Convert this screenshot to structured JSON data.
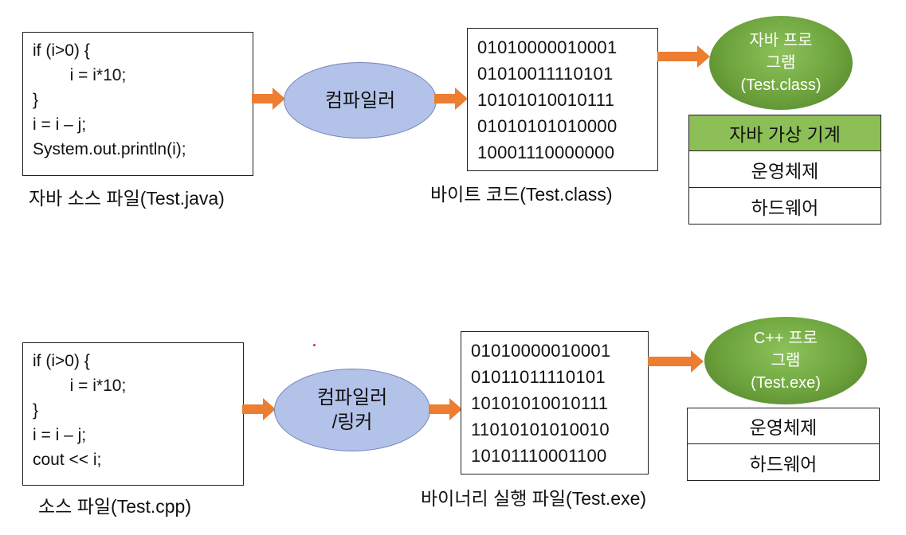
{
  "java": {
    "source_code": [
      "if (i>0) {",
      "        i = i*10;",
      "}",
      "i = i – j;",
      "System.out.println(i);"
    ],
    "source_caption": "자바 소스 파일(Test.java)",
    "compiler_label": [
      "컴파일러"
    ],
    "bytecode": [
      "01010000010001",
      "01010011110101",
      "10101010010111",
      "01010101010000",
      "10001110000000"
    ],
    "bytecode_caption": "바이트 코드(Test.class)",
    "program_label": [
      "자바 프로",
      "그램",
      "(Test.class)"
    ],
    "stack": [
      "자바 가상 기계",
      "운영체제",
      "하드웨어"
    ]
  },
  "cpp": {
    "source_code": [
      "if (i>0) {",
      "        i = i*10;",
      "}",
      "i = i – j;",
      "cout << i;"
    ],
    "source_caption": "소스 파일(Test.cpp)",
    "compiler_label": [
      "컴파일러",
      "/링커"
    ],
    "binary": [
      "01010000010001",
      "01011011110101",
      "10101010010111",
      "11010101010010",
      "10101110001100"
    ],
    "binary_caption": "바이너리 실행 파일(Test.exe)",
    "program_label": [
      "C++ 프로",
      "그램",
      "(Test.exe)"
    ],
    "stack": [
      "운영체제",
      "하드웨어"
    ]
  },
  "colors": {
    "arrow": "#ed7d31",
    "compiler_fill": "#b3c2e8",
    "program_fill": "#6da33d",
    "jvm_fill": "#8cbf56"
  }
}
